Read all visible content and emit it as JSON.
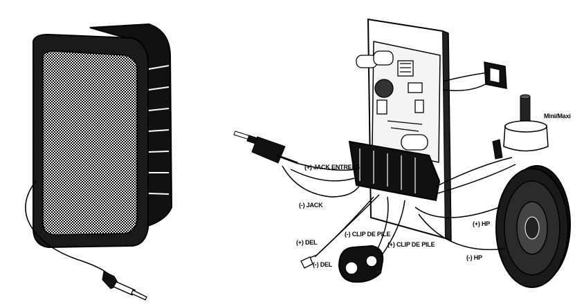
{
  "labels": {
    "jack_in_pos": "(+) JACK ENTREES",
    "jack_neg": "(-) JACK",
    "clip_neg": "(-) CLIP DE PILE",
    "clip_pos": "(+) CLIP DE PILE",
    "led_pos": "(+) DEL",
    "led_neg": "(-) DEL",
    "hp_pos": "(+) HP",
    "hp_neg": "(-) HP",
    "volume": "Mini/Maxi"
  }
}
